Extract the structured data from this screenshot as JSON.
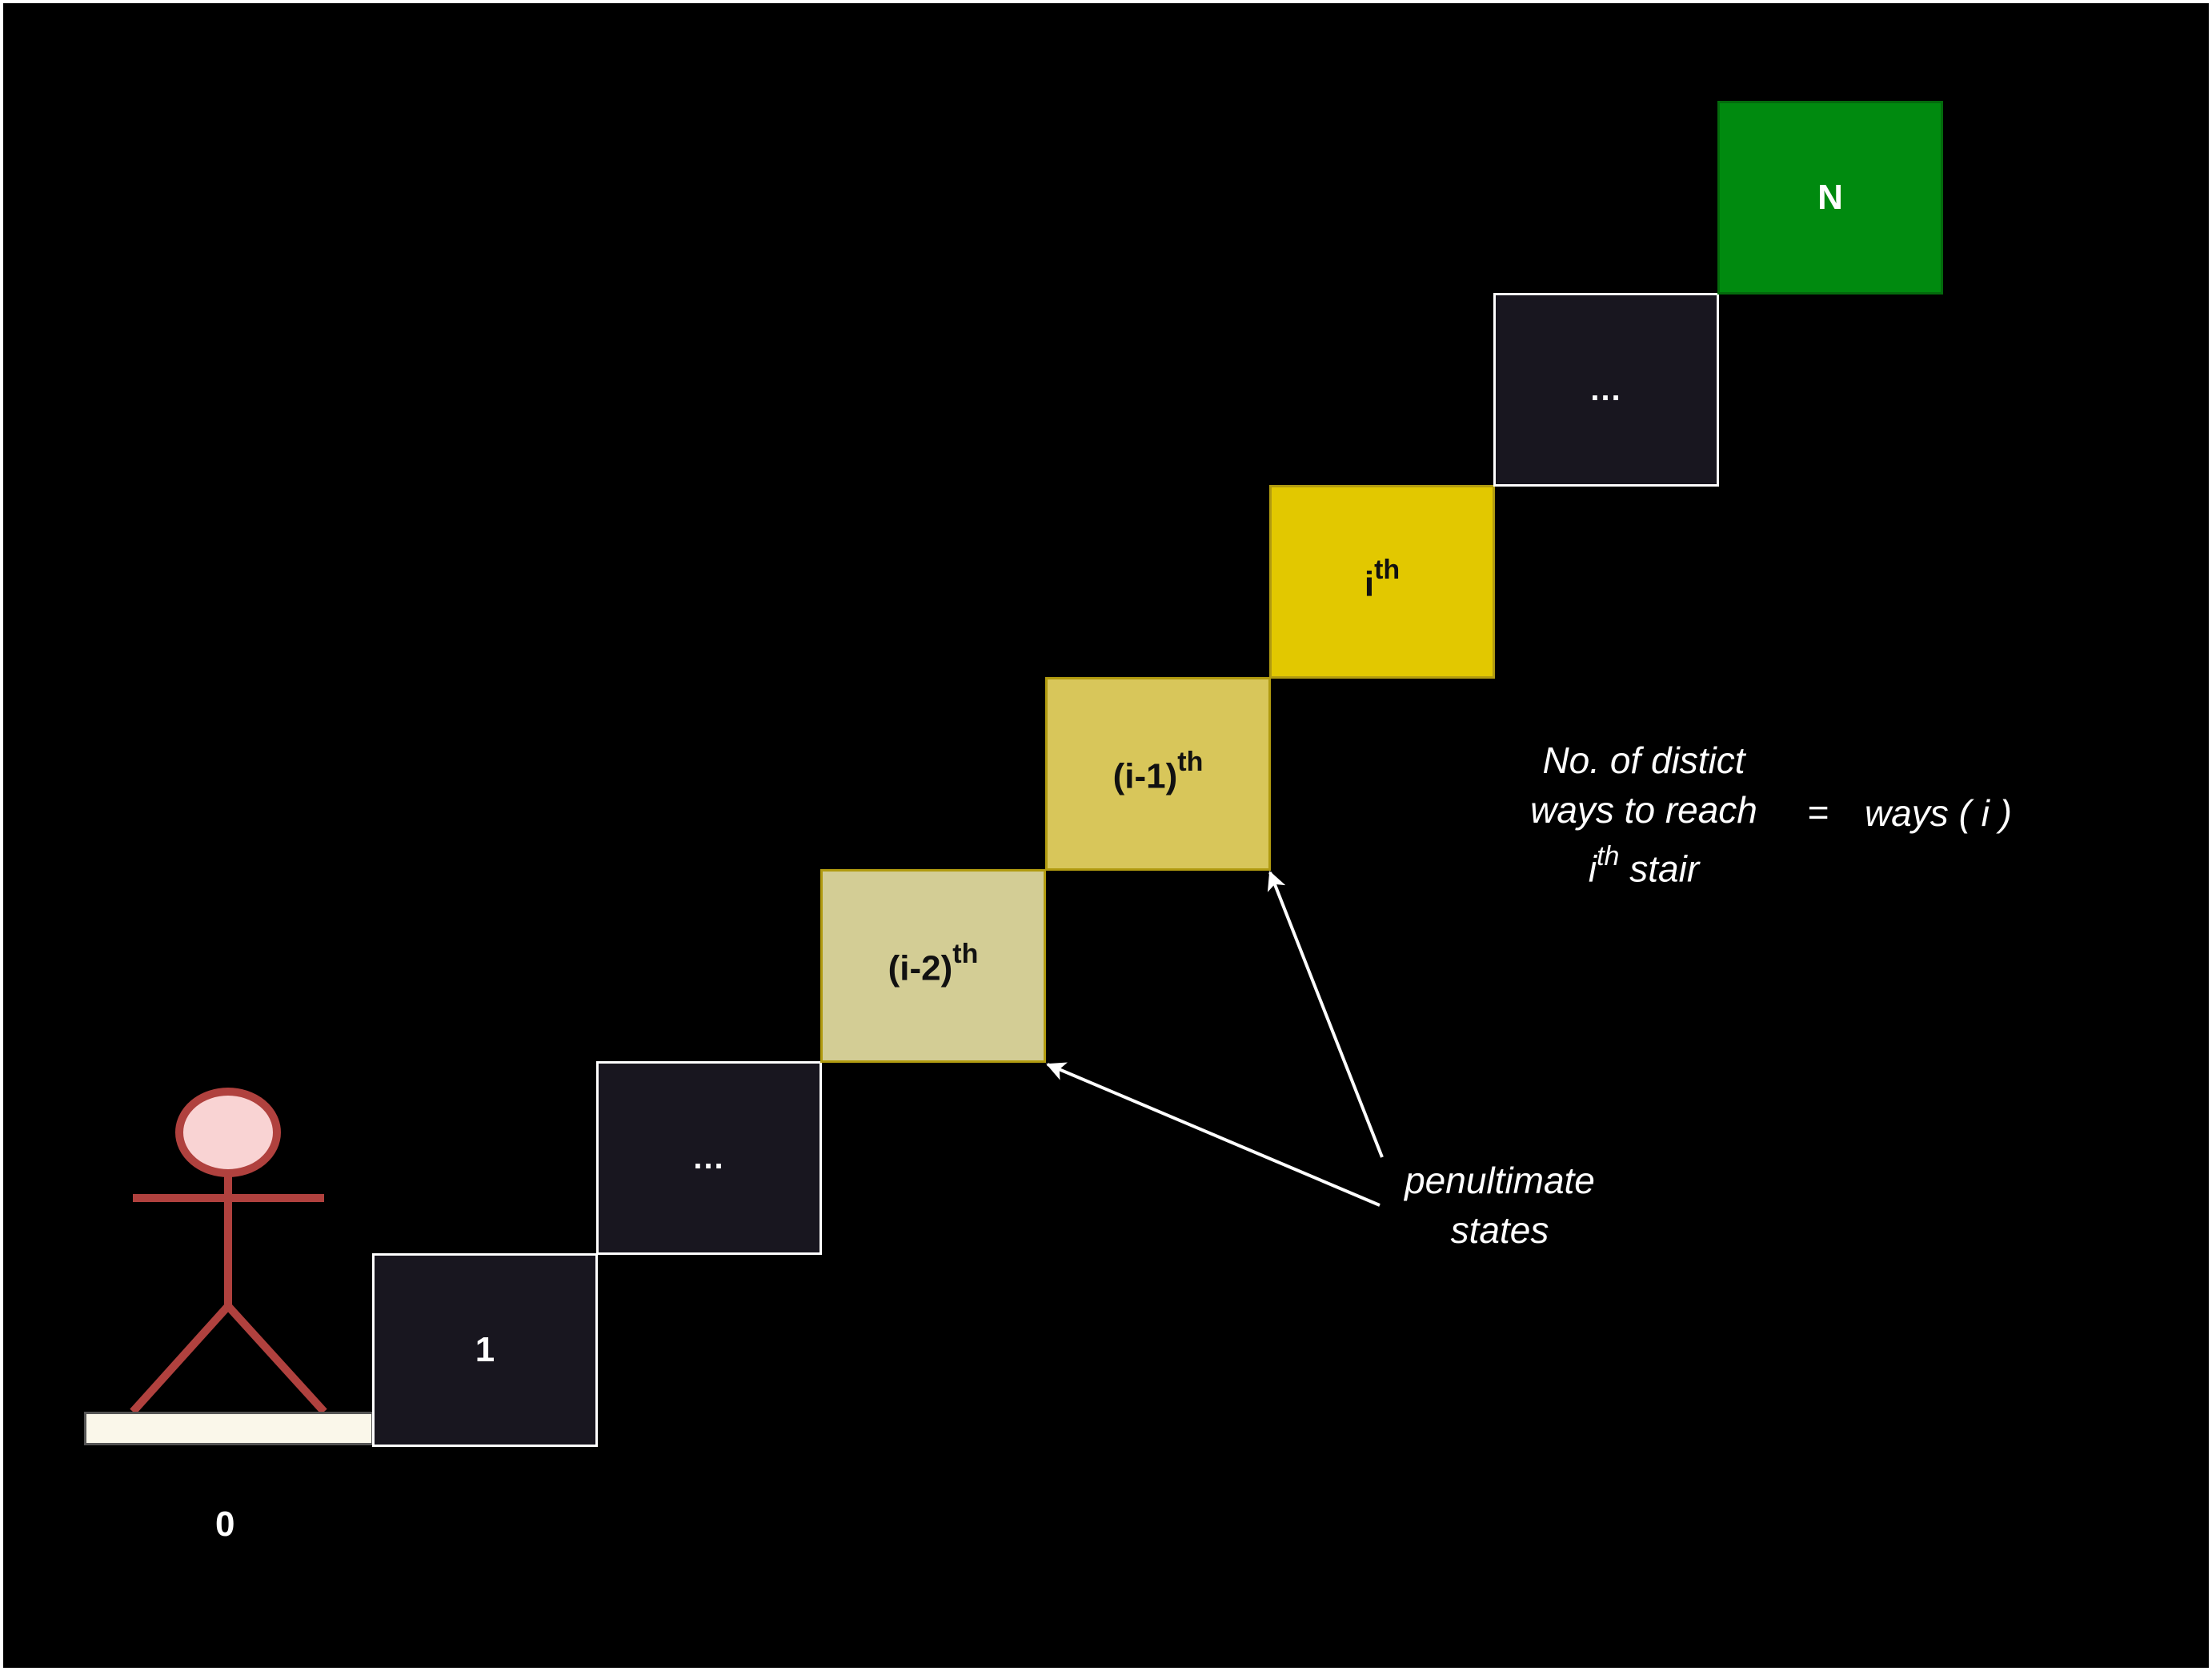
{
  "steps": {
    "zero_label": "0",
    "first_label": "1",
    "ellipsis_low": "...",
    "im2": {
      "base": "(i-2)",
      "sup": "th"
    },
    "im1": {
      "base": "(i-1)",
      "sup": "th"
    },
    "i": {
      "base": "i",
      "sup": "th"
    },
    "ellipsis_high": "...",
    "top_label": "N"
  },
  "definition": {
    "line1": "No. of distict",
    "line2": "ways to reach",
    "line3_base": "i",
    "line3_sup": "th",
    "line3_rest": " stair",
    "equals": "=",
    "rhs": "ways ( i )"
  },
  "annotation": {
    "line1": "penultimate",
    "line2": "states"
  },
  "colors": {
    "background": "#000000",
    "dark_step": "#18161f",
    "step_i_minus_2": "#d3cd95",
    "step_i_minus_1": "#d8c65a",
    "step_i": "#e2c800",
    "step_n": "#008a0f",
    "stick_figure": "#b0413e",
    "head_fill": "#f9d3d3"
  }
}
